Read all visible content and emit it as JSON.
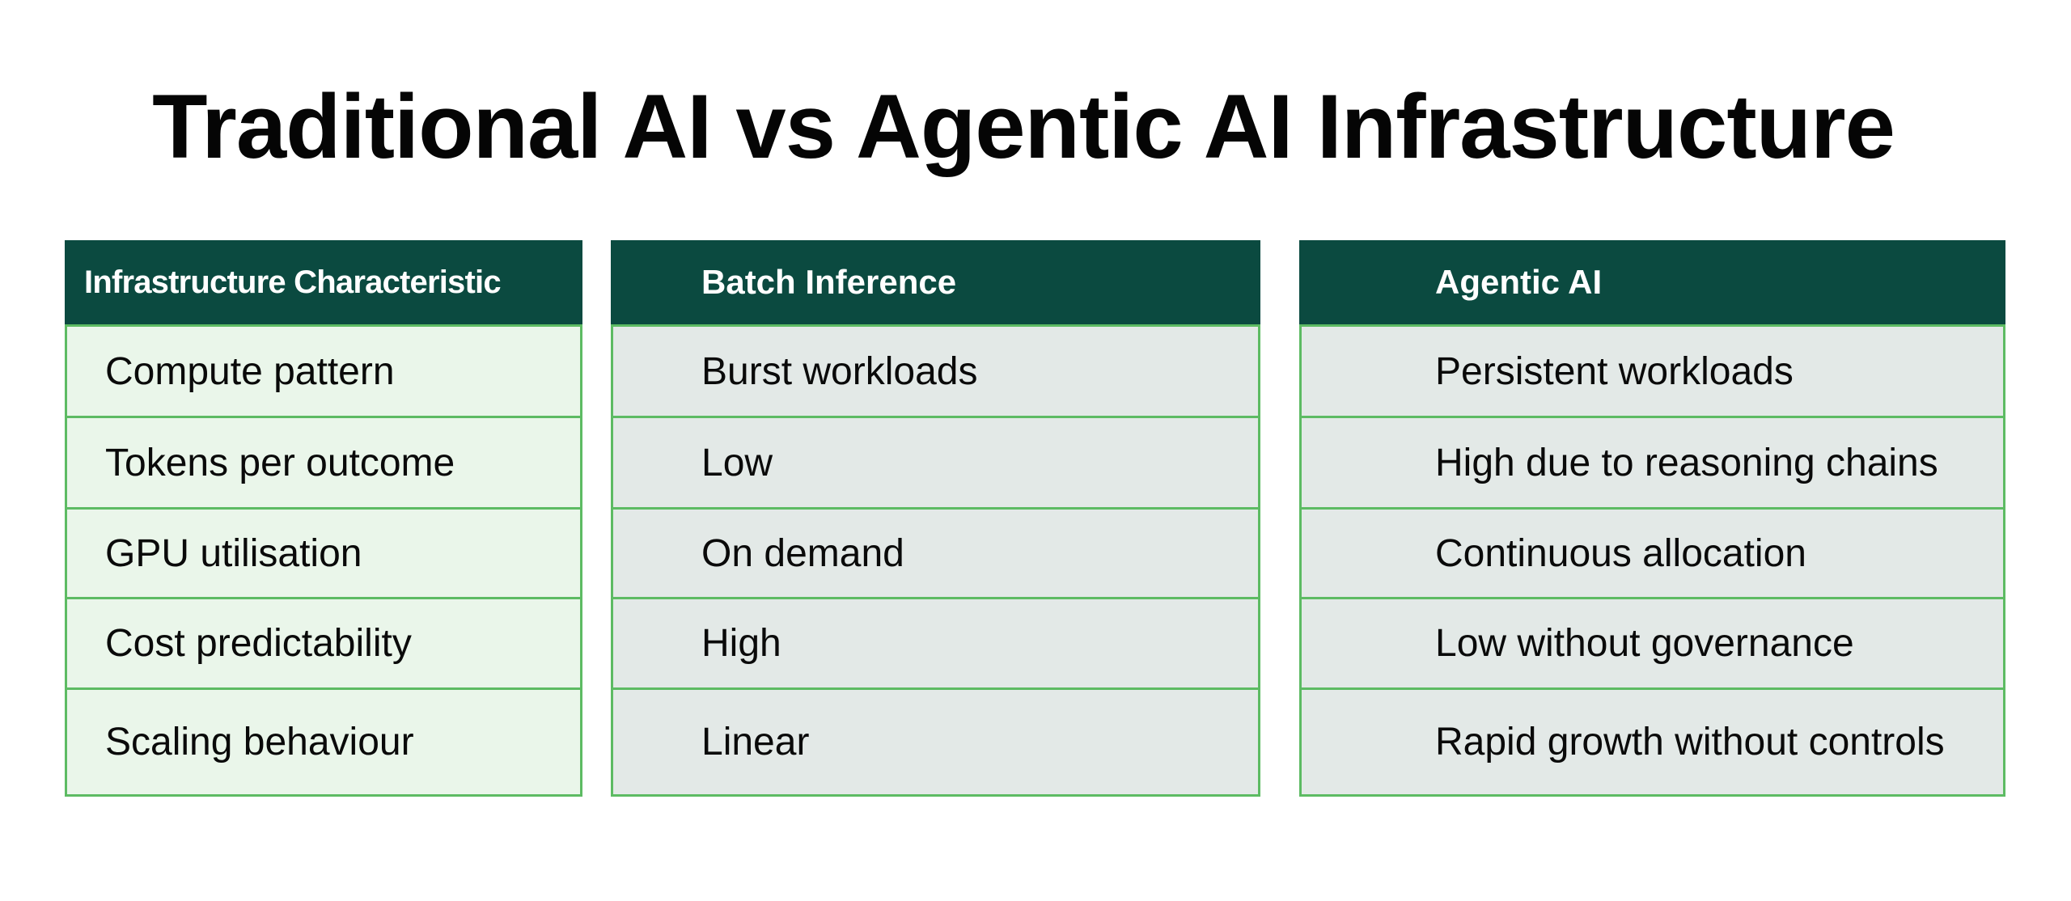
{
  "title": "Traditional AI vs Agentic AI Infrastructure",
  "colors": {
    "header_bg": "#0B4A40",
    "header_text": "#FFFFFF",
    "border": "#5DBB63",
    "characteristic_cell_bg": "#EAF6EA",
    "comparison_cell_bg": "#E3E9E7"
  },
  "table": {
    "columns": [
      {
        "header": "Infrastructure Characteristic",
        "cells": [
          "Compute pattern",
          "Tokens per outcome",
          "GPU utilisation",
          "Cost predictability",
          "Scaling behaviour"
        ]
      },
      {
        "header": "Batch Inference",
        "cells": [
          "Burst workloads",
          "Low",
          "On demand",
          "High",
          "Linear"
        ]
      },
      {
        "header": "Agentic AI",
        "cells": [
          "Persistent workloads",
          "High due to reasoning chains",
          "Continuous allocation",
          "Low without governance",
          "Rapid growth without controls"
        ]
      }
    ]
  }
}
